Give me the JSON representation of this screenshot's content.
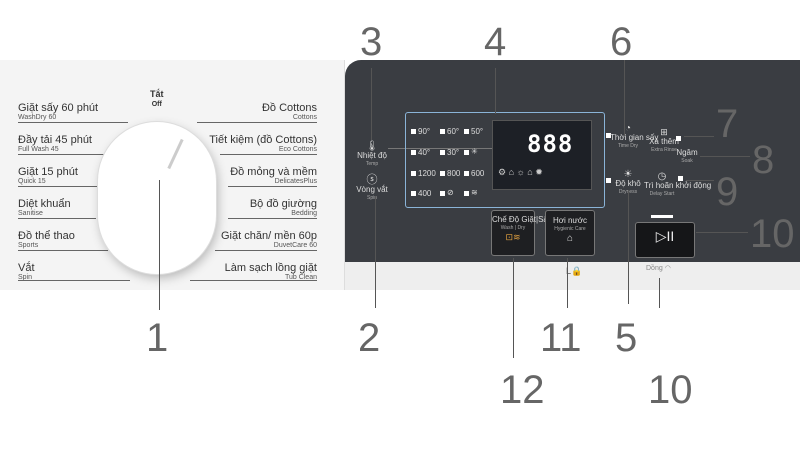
{
  "dial": {
    "off_label_vi": "Tắt",
    "off_label_en": "Off",
    "left_programs": [
      {
        "vi": "Giặt sấy 60 phút",
        "en": "WashDry 60"
      },
      {
        "vi": "Đầy tải 45 phút",
        "en": "Full Wash 45"
      },
      {
        "vi": "Giặt 15 phút",
        "en": "Quick 15"
      },
      {
        "vi": "Diệt khuẩn",
        "en": "Sanitise"
      },
      {
        "vi": "Đồ thể thao",
        "en": "Sports"
      },
      {
        "vi": "Vắt",
        "en": "Spin"
      }
    ],
    "right_programs": [
      {
        "vi": "Đồ Cottons",
        "en": "Cottons"
      },
      {
        "vi": "Tiết kiệm (đồ Cottons)",
        "en": "Eco Cottons"
      },
      {
        "vi": "Đồ mỏng và mềm",
        "en": "DelicatesPlus"
      },
      {
        "vi": "Bộ đồ giường",
        "en": "Bedding"
      },
      {
        "vi": "Giặt chăn/ mền 60p",
        "en": "DuvetCare 60"
      },
      {
        "vi": "Làm sạch lồng giặt",
        "en": "Tub Clean"
      }
    ]
  },
  "panel": {
    "temp_vi": "Nhiệt độ",
    "temp_en": "Temp",
    "spin_vi": "Vòng vắt",
    "spin_en": "Spin",
    "temp_values": [
      "90°",
      "60°",
      "50°",
      "40°",
      "30°",
      "1200",
      "800",
      "600",
      "400"
    ],
    "display_digits": "888",
    "time_dry_vi": "Thời gian sấy",
    "time_dry_en": "Time Dry",
    "dryness_vi": "Độ khô",
    "dryness_en": "Dryness",
    "extra_rinse_vi": "Xả thêm",
    "extra_rinse_en": "Extra Rinse",
    "soak_vi": "Ngâm",
    "soak_en": "Soak",
    "delay_vi": "Trì hoãn khởi động",
    "delay_en": "Delay Start",
    "wash_dry_vi": "Chế Độ Giặt|Sấy",
    "wash_dry_en": "Wash | Dry",
    "hygienic_vi": "Hơi nước",
    "hygienic_en": "Hygienic Care",
    "start_symbol": "▷II",
    "wifi_label": "Dồng"
  },
  "callouts": [
    "1",
    "2",
    "3",
    "4",
    "5",
    "6",
    "7",
    "8",
    "9",
    "10",
    "10",
    "11",
    "12"
  ]
}
